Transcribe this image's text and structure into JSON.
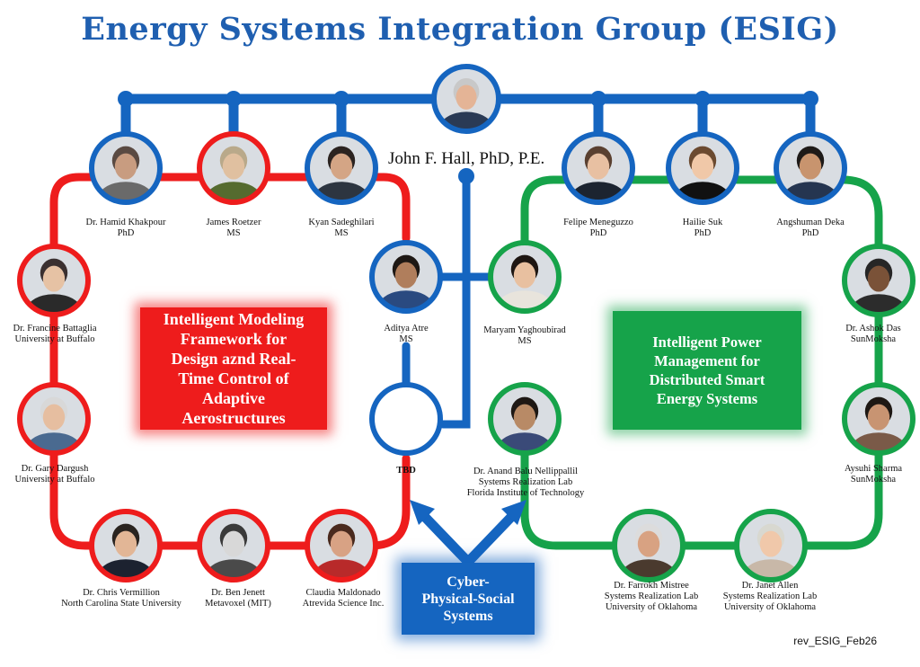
{
  "title": "Energy Systems Integration Group (ESIG)",
  "lead_name": "John F. Hall, PhD, P.E.",
  "people": {
    "khakpour": [
      "Dr. Hamid Khakpour",
      "PhD"
    ],
    "roetzer": [
      "James Roetzer",
      "MS"
    ],
    "sadeghilari": [
      "Kyan Sadeghilari",
      "MS"
    ],
    "meneguzzo": [
      "Felipe Meneguzzo",
      "PhD"
    ],
    "suk": [
      "Hailie Suk",
      "PhD"
    ],
    "deka": [
      "Angshuman Deka",
      "PhD"
    ],
    "battaglia": [
      "Dr. Francine Battaglia",
      "University at Buffalo"
    ],
    "dargush": [
      "Dr. Gary Dargush",
      "University at Buffalo"
    ],
    "atre": [
      "Aditya Atre",
      "MS"
    ],
    "yaghoubirad": [
      "Maryam Yaghoubirad",
      "MS"
    ],
    "tbd": [
      "TBD"
    ],
    "nellippallil": [
      "Dr. Anand Balu Nellippallil",
      "Systems Realization Lab",
      "Florida Institute of Technology"
    ],
    "das": [
      "Dr. Ashok Das",
      "SunMoksha"
    ],
    "sharma": [
      "Aysuhi Sharma",
      "SunMoksha"
    ],
    "vermillion": [
      "Dr. Chris Vermillion",
      "North Carolina State University"
    ],
    "jenett": [
      "Dr. Ben Jenett",
      "Metavoxel (MIT)"
    ],
    "maldonado": [
      "Claudia Maldonado",
      "Atrevida Science Inc."
    ],
    "mistree": [
      "Dr. Farrokh Mistree",
      "Systems Realization Lab",
      "University of Oklahoma"
    ],
    "allen": [
      "Dr. Janet Allen",
      "Systems Realization Lab",
      "University of Oklahoma"
    ]
  },
  "groups": {
    "red": [
      "Intelligent Modeling",
      "Framework for",
      "Design aznd Real-",
      "Time Control of",
      "Adaptive",
      "Aerostructures"
    ],
    "green": [
      "Intelligent Power",
      "Management for",
      "Distributed Smart",
      "Energy Systems"
    ],
    "blue": [
      "Cyber-",
      "Physical-Social",
      "Systems"
    ]
  },
  "revision": "rev_ESIG_Feb26",
  "colors": {
    "blue": "#1565c0",
    "red": "#ee1c1c",
    "green": "#16a34a",
    "title": "#1f5fb0"
  }
}
